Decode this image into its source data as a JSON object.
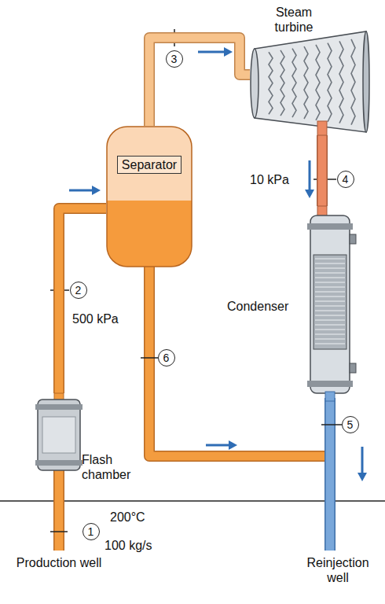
{
  "diagram": {
    "nodes": [
      {
        "text": [
          "Steam turbine"
        ]
      },
      {
        "text": [
          "Separator"
        ]
      },
      {
        "text": [
          "Condenser"
        ]
      },
      {
        "text": [
          "Flash chamber"
        ]
      }
    ],
    "edges": [
      {
        "from": 3,
        "to": 1,
        "arrow": "to"
      },
      {
        "from": 1,
        "to": 0,
        "arrow": "to"
      },
      {
        "from": 0,
        "to": 2,
        "arrow": "to"
      }
    ],
    "labels": [
      "3",
      "10 kPa",
      "4",
      "2",
      "500 kPa",
      "6",
      "5",
      "200°C",
      "1",
      "100 kg/s",
      "Production well",
      "Reinjection well"
    ]
  }
}
